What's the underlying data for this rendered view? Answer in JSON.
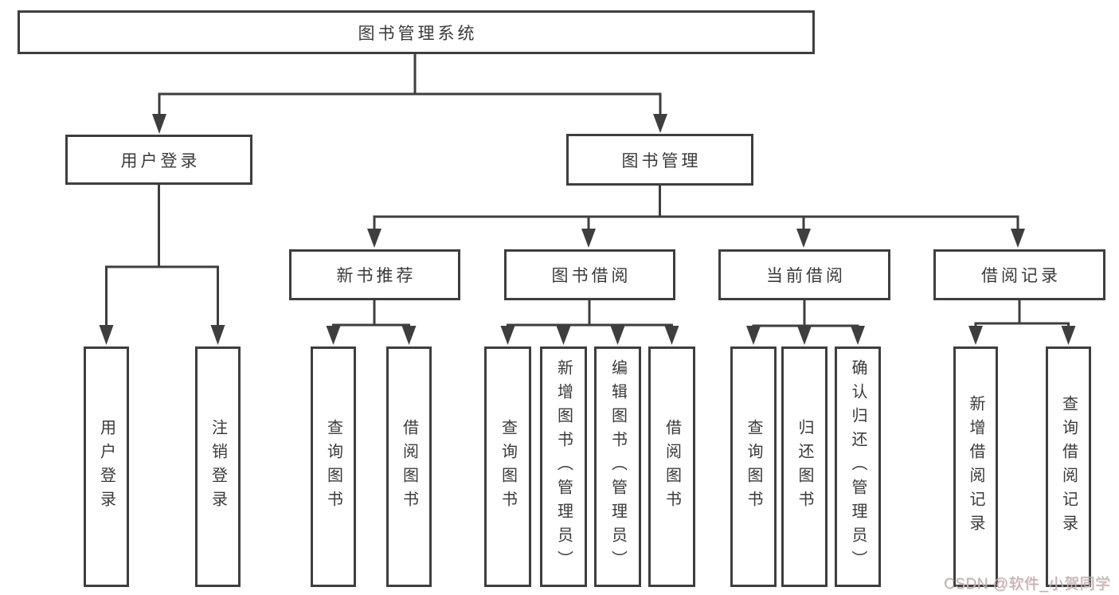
{
  "colors": {
    "line": "#3e3e3e",
    "box_border": "#3e3e3e",
    "text": "#3a3a3a",
    "watermark": "#b6b6b6",
    "background": "#ffffff"
  },
  "watermark": {
    "text": "CSDN @软件_小贺同学"
  },
  "tree": {
    "root": {
      "label": "图书管理系统"
    },
    "branches": [
      {
        "label": "用户登录",
        "children": [
          {
            "label": "用户登录"
          },
          {
            "label": "注销登录"
          }
        ]
      },
      {
        "label": "图书管理",
        "children": [
          {
            "label": "新书推荐",
            "children": [
              {
                "label": "查询图书"
              },
              {
                "label": "借阅图书"
              }
            ]
          },
          {
            "label": "图书借阅",
            "children": [
              {
                "label": "查询图书"
              },
              {
                "label": "新增图书（管理员）"
              },
              {
                "label": "编辑图书（管理员）"
              },
              {
                "label": "借阅图书"
              }
            ]
          },
          {
            "label": "当前借阅",
            "children": [
              {
                "label": "查询图书"
              },
              {
                "label": "归还图书"
              },
              {
                "label": "确认归还（管理员）"
              }
            ]
          },
          {
            "label": "借阅记录",
            "children": [
              {
                "label": "新增借阅记录"
              },
              {
                "label": "查询借阅记录"
              }
            ]
          }
        ]
      }
    ]
  }
}
